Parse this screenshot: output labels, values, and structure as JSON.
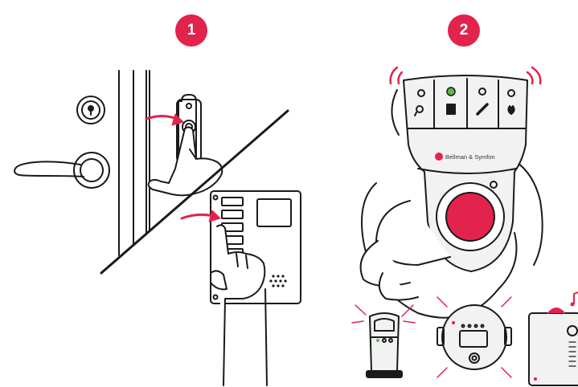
{
  "steps": [
    {
      "number": "1"
    },
    {
      "number": "2"
    }
  ],
  "device": {
    "brand_text": "Bellman & Symfon"
  },
  "colors": {
    "accent": "#e2234b",
    "led_green": "#5fb548",
    "outline": "#1a1a1a",
    "device_fill": "#f2f2f2"
  },
  "icons": [
    "doorbell-icon",
    "intercom-icon",
    "phone-icon",
    "flame-icon",
    "pager-button-icon",
    "sound-wave-icon",
    "music-note-icon"
  ]
}
